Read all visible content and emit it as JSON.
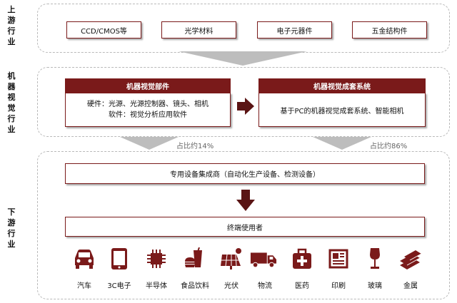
{
  "sections": {
    "upstream": "上\n游\n行\n业",
    "machine_vision": "机\n器\n视\n觉\n行\n业",
    "downstream": "下\n游\n行\n业"
  },
  "upstream_items": [
    "CCD/CMOS等",
    "光学材料",
    "电子元器件",
    "五金结构件"
  ],
  "vision_parts": {
    "header": "机器视觉部件",
    "line1": "硬件：光源、光源控制器、镜头、相机",
    "line2": "软件：视觉分析应用软件"
  },
  "vision_system": {
    "header": "机器视觉成套系统",
    "body": "基于PC的机器视觉成套系统、智能相机"
  },
  "shares": {
    "left": "占比约14%",
    "right": "占比约86%"
  },
  "integrator": "专用设备集成商（自动化生产设备、检测设备）",
  "end_user": "终端使用者",
  "apps": [
    {
      "label": "汽车",
      "icon": "car-icon"
    },
    {
      "label": "3C电子",
      "icon": "tablet-icon"
    },
    {
      "label": "半导体",
      "icon": "chip-icon"
    },
    {
      "label": "食品饮料",
      "icon": "food-drink-icon"
    },
    {
      "label": "光伏",
      "icon": "solar-panel-icon"
    },
    {
      "label": "物流",
      "icon": "truck-icon"
    },
    {
      "label": "医药",
      "icon": "medical-kit-icon"
    },
    {
      "label": "印刷",
      "icon": "newspaper-icon"
    },
    {
      "label": "玻璃",
      "icon": "wine-glass-icon"
    },
    {
      "label": "金属",
      "icon": "metal-bars-icon"
    }
  ],
  "colors": {
    "accent": "#7a1a1a",
    "arrow_gray": "#bdbdbd",
    "dash": "#b9b9b9"
  }
}
